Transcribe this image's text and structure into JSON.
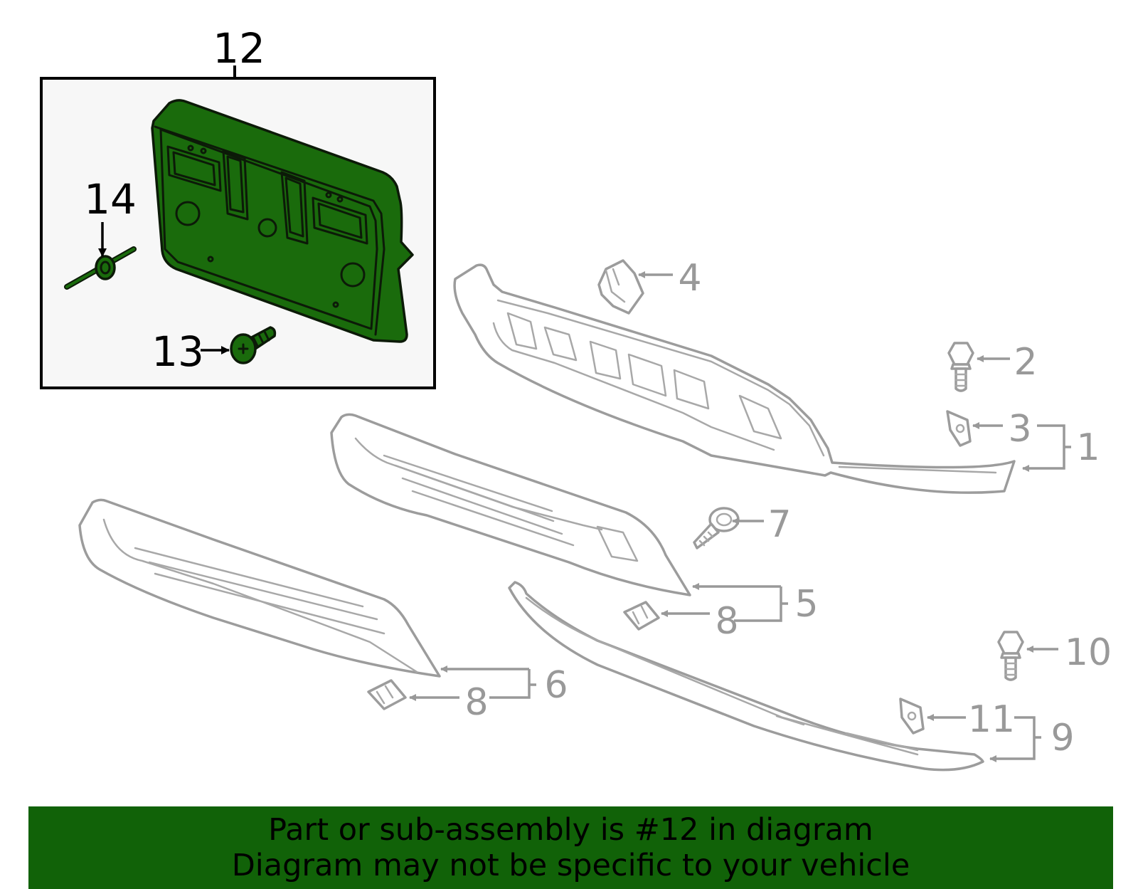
{
  "callouts": {
    "c1": "1",
    "c2": "2",
    "c3": "3",
    "c4": "4",
    "c5": "5",
    "c6": "6",
    "c7": "7",
    "c8a": "8",
    "c8b": "8",
    "c9": "9",
    "c10": "10",
    "c11": "11",
    "c12": "12",
    "c13": "13",
    "c14": "14"
  },
  "highlighted_part": "12",
  "colors": {
    "highlight_fill": "#1a6b0c",
    "banner_bg": "#116208",
    "inset_bg": "#f7f7f7",
    "part_stroke": "#9c9c9c"
  },
  "banner": {
    "line1": "Part or sub-assembly is #12 in diagram",
    "line2": "Diagram may not be specific to your vehicle"
  }
}
